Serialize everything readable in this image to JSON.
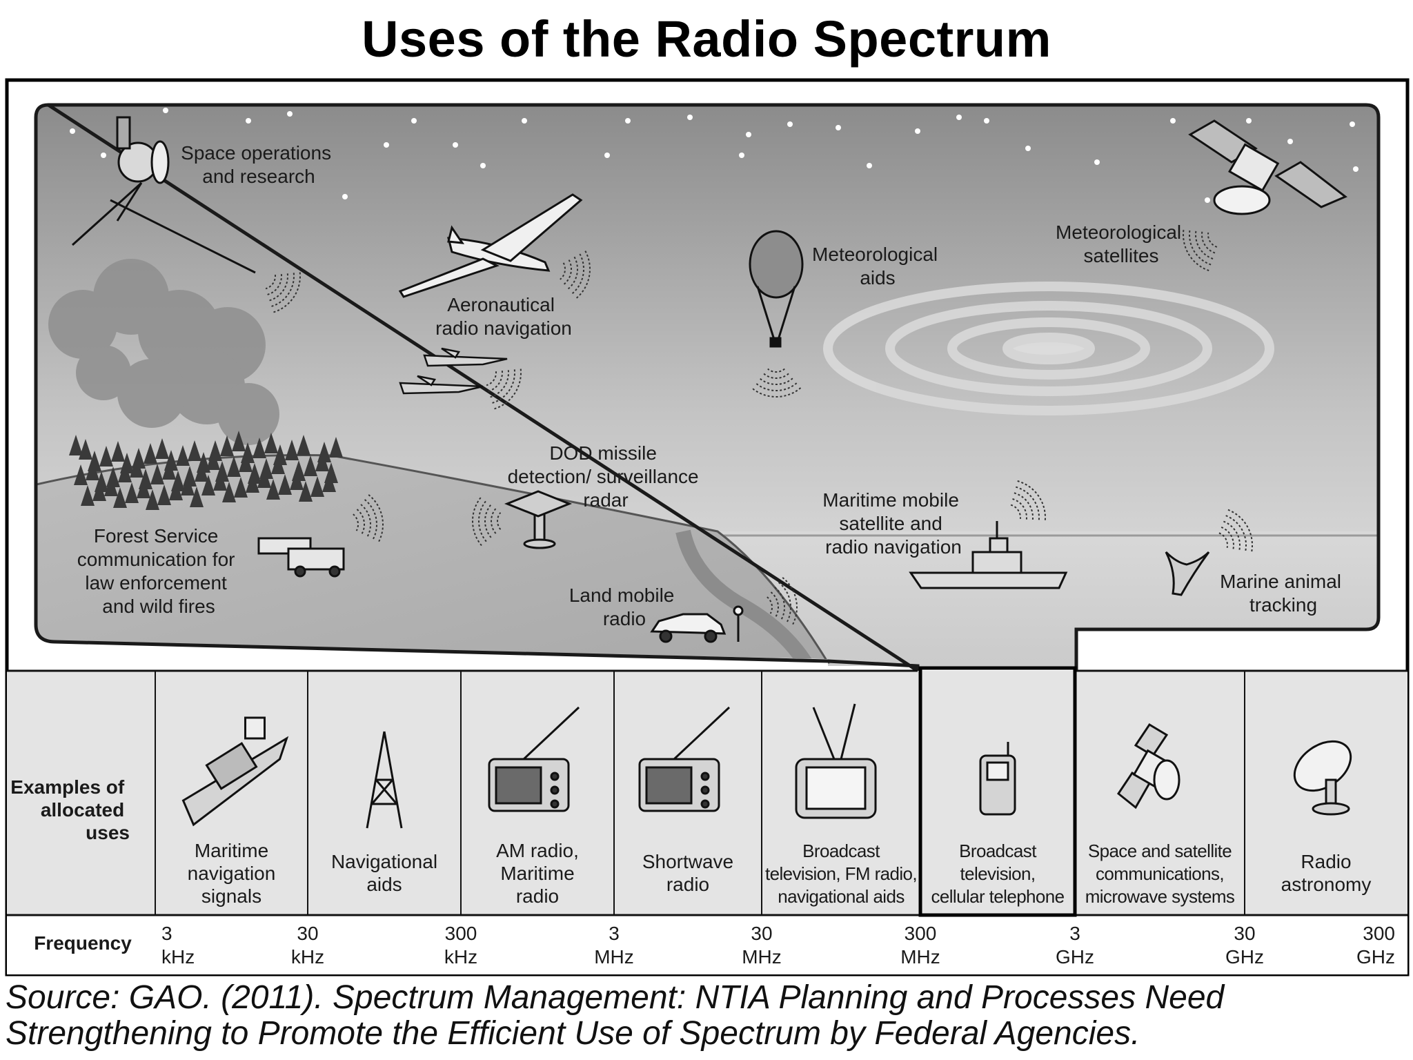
{
  "title": "Uses of the Radio Spectrum",
  "scene_labels": {
    "space_ops": [
      "Space operations",
      "and research"
    ],
    "aero_nav": [
      "Aeronautical",
      "radio navigation"
    ],
    "met_aids": [
      "Meteorological",
      "aids"
    ],
    "met_sats": [
      "Meteorological",
      "satellites"
    ],
    "dod": [
      "DOD missile",
      "detection/ surveillance",
      "radar"
    ],
    "forest": [
      "Forest Service",
      "communication for",
      "law enforcement",
      "and wild fires"
    ],
    "land_mobile": [
      "Land mobile",
      "radio"
    ],
    "maritime_sat": [
      "Maritime mobile",
      "satellite and",
      "radio navigation"
    ],
    "marine_animal": [
      "Marine animal",
      "tracking"
    ]
  },
  "table": {
    "row_header": [
      "Examples of",
      "allocated",
      "uses"
    ],
    "cells": [
      {
        "icon": "ship-icon",
        "lines": [
          "Maritime",
          "navigation",
          "signals"
        ]
      },
      {
        "icon": "tower-icon",
        "lines": [
          "Navigational",
          "aids"
        ]
      },
      {
        "icon": "radio-icon",
        "lines": [
          "AM radio,",
          "Maritime",
          "radio"
        ]
      },
      {
        "icon": "radio-icon",
        "lines": [
          "Shortwave",
          "radio"
        ]
      },
      {
        "icon": "television-icon",
        "lines": [
          "Broadcast",
          "television, FM radio,",
          "navigational aids"
        ]
      },
      {
        "icon": "cellphone-icon",
        "lines": [
          "Broadcast",
          "television,",
          "cellular telephone"
        ]
      },
      {
        "icon": "satellite-icon",
        "lines": [
          "Space and satellite",
          "communications,",
          "microwave systems"
        ]
      },
      {
        "icon": "radio-telescope-icon",
        "lines": [
          "Radio",
          "astronomy"
        ]
      }
    ],
    "frequency_header": "Frequency",
    "frequencies": [
      [
        "3",
        "kHz"
      ],
      [
        "30",
        "kHz"
      ],
      [
        "300",
        "kHz"
      ],
      [
        "3",
        "MHz"
      ],
      [
        "30",
        "MHz"
      ],
      [
        "300",
        "MHz"
      ],
      [
        "3",
        "GHz"
      ],
      [
        "30",
        "GHz"
      ],
      [
        "300",
        "GHz"
      ]
    ]
  },
  "source_lines": [
    "Source: GAO. (2011). Spectrum Management: NTIA Planning and Processes Need",
    "Strengthening to Promote the Efficient Use of Spectrum by Federal Agencies."
  ]
}
